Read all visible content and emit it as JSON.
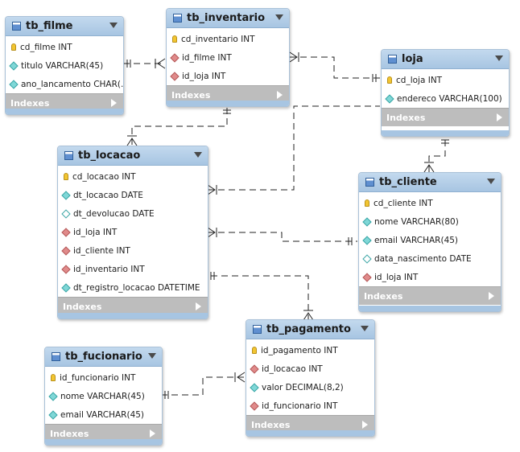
{
  "indexes_label": "Indexes",
  "tables": {
    "tb_filme": {
      "name": "tb_filme",
      "columns": [
        {
          "text": "cd_filme INT",
          "kind": "pk",
          "icon": "primary-key-icon"
        },
        {
          "text": "titulo VARCHAR(45)",
          "kind": "at",
          "icon": "attribute-icon"
        },
        {
          "text": "ano_lancamento CHAR(...",
          "kind": "at",
          "icon": "attribute-icon"
        }
      ]
    },
    "tb_inventario": {
      "name": "tb_inventario",
      "columns": [
        {
          "text": "cd_inventario INT",
          "kind": "pk",
          "icon": "primary-key-icon"
        },
        {
          "text": "id_filme INT",
          "kind": "fk",
          "icon": "foreign-key-icon"
        },
        {
          "text": "id_loja INT",
          "kind": "fk",
          "icon": "foreign-key-icon"
        }
      ]
    },
    "loja": {
      "name": "loja",
      "columns": [
        {
          "text": "cd_loja INT",
          "kind": "pk",
          "icon": "primary-key-icon"
        },
        {
          "text": "endereco VARCHAR(100)",
          "kind": "at",
          "icon": "attribute-icon"
        }
      ]
    },
    "tb_locacao": {
      "name": "tb_locacao",
      "columns": [
        {
          "text": "cd_locacao INT",
          "kind": "pk",
          "icon": "primary-key-icon"
        },
        {
          "text": "dt_locacao DATE",
          "kind": "at",
          "icon": "attribute-icon"
        },
        {
          "text": "dt_devolucao DATE",
          "kind": "at-empty",
          "icon": "attribute-nullable-icon"
        },
        {
          "text": "id_loja INT",
          "kind": "fk",
          "icon": "foreign-key-icon"
        },
        {
          "text": "id_cliente INT",
          "kind": "fk",
          "icon": "foreign-key-icon"
        },
        {
          "text": "id_inventario INT",
          "kind": "fk",
          "icon": "foreign-key-icon"
        },
        {
          "text": "dt_registro_locacao DATETIME",
          "kind": "at",
          "icon": "attribute-icon"
        }
      ]
    },
    "tb_cliente": {
      "name": "tb_cliente",
      "columns": [
        {
          "text": "cd_cliente INT",
          "kind": "pk",
          "icon": "primary-key-icon"
        },
        {
          "text": "nome VARCHAR(80)",
          "kind": "at",
          "icon": "attribute-icon"
        },
        {
          "text": "email VARCHAR(45)",
          "kind": "at",
          "icon": "attribute-icon"
        },
        {
          "text": "data_nascimento DATE",
          "kind": "at-empty",
          "icon": "attribute-nullable-icon"
        },
        {
          "text": "id_loja INT",
          "kind": "fk",
          "icon": "foreign-key-icon"
        }
      ]
    },
    "tb_pagamento": {
      "name": "tb_pagamento",
      "columns": [
        {
          "text": "id_pagamento INT",
          "kind": "pk",
          "icon": "primary-key-icon"
        },
        {
          "text": "id_locacao INT",
          "kind": "fk",
          "icon": "foreign-key-icon"
        },
        {
          "text": "valor DECIMAL(8,2)",
          "kind": "at",
          "icon": "attribute-icon"
        },
        {
          "text": "id_funcionario INT",
          "kind": "fk",
          "icon": "foreign-key-icon"
        }
      ]
    },
    "tb_fucionario": {
      "name": "tb_fucionario",
      "columns": [
        {
          "text": "id_funcionario INT",
          "kind": "pk",
          "icon": "primary-key-icon"
        },
        {
          "text": "nome VARCHAR(45)",
          "kind": "at",
          "icon": "attribute-icon"
        },
        {
          "text": "email VARCHAR(45)",
          "kind": "at",
          "icon": "attribute-icon"
        }
      ]
    }
  },
  "relationships": [
    {
      "from": "tb_inventario",
      "to": "tb_filme",
      "type": "one-to-many"
    },
    {
      "from": "tb_inventario",
      "to": "loja",
      "type": "one-to-many"
    },
    {
      "from": "tb_locacao",
      "to": "tb_inventario",
      "type": "one-to-many"
    },
    {
      "from": "tb_locacao",
      "to": "loja",
      "type": "one-to-many"
    },
    {
      "from": "tb_locacao",
      "to": "tb_cliente",
      "type": "one-to-many"
    },
    {
      "from": "tb_cliente",
      "to": "loja",
      "type": "one-to-many"
    },
    {
      "from": "tb_pagamento",
      "to": "tb_locacao",
      "type": "one-to-many"
    },
    {
      "from": "tb_pagamento",
      "to": "tb_fucionario",
      "type": "one-to-many"
    }
  ]
}
